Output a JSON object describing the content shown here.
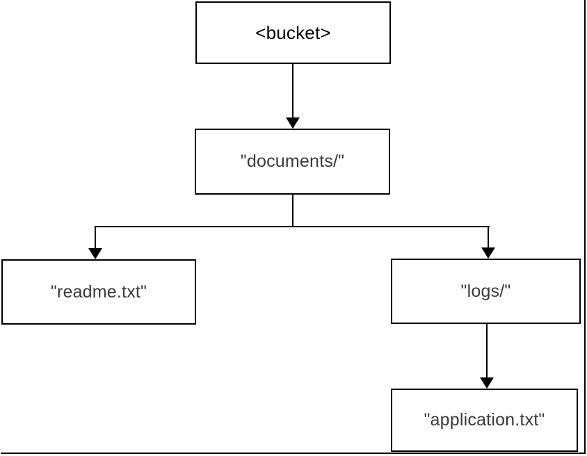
{
  "diagram": {
    "type": "tree",
    "nodes": {
      "bucket": {
        "label": "<bucket>"
      },
      "documents": {
        "label": "\"documents/\""
      },
      "readme": {
        "label": "\"readme.txt\""
      },
      "logs": {
        "label": "\"logs/\""
      },
      "application": {
        "label": "\"application.txt\""
      }
    },
    "edges": [
      {
        "from": "bucket",
        "to": "documents"
      },
      {
        "from": "documents",
        "to": "readme"
      },
      {
        "from": "documents",
        "to": "logs"
      },
      {
        "from": "logs",
        "to": "application"
      }
    ],
    "colors": {
      "background": "#ffffff",
      "box_border": "#000000",
      "connector": "#000000",
      "bucket_text": "#000000",
      "node_text": "#3a3a3a"
    }
  }
}
